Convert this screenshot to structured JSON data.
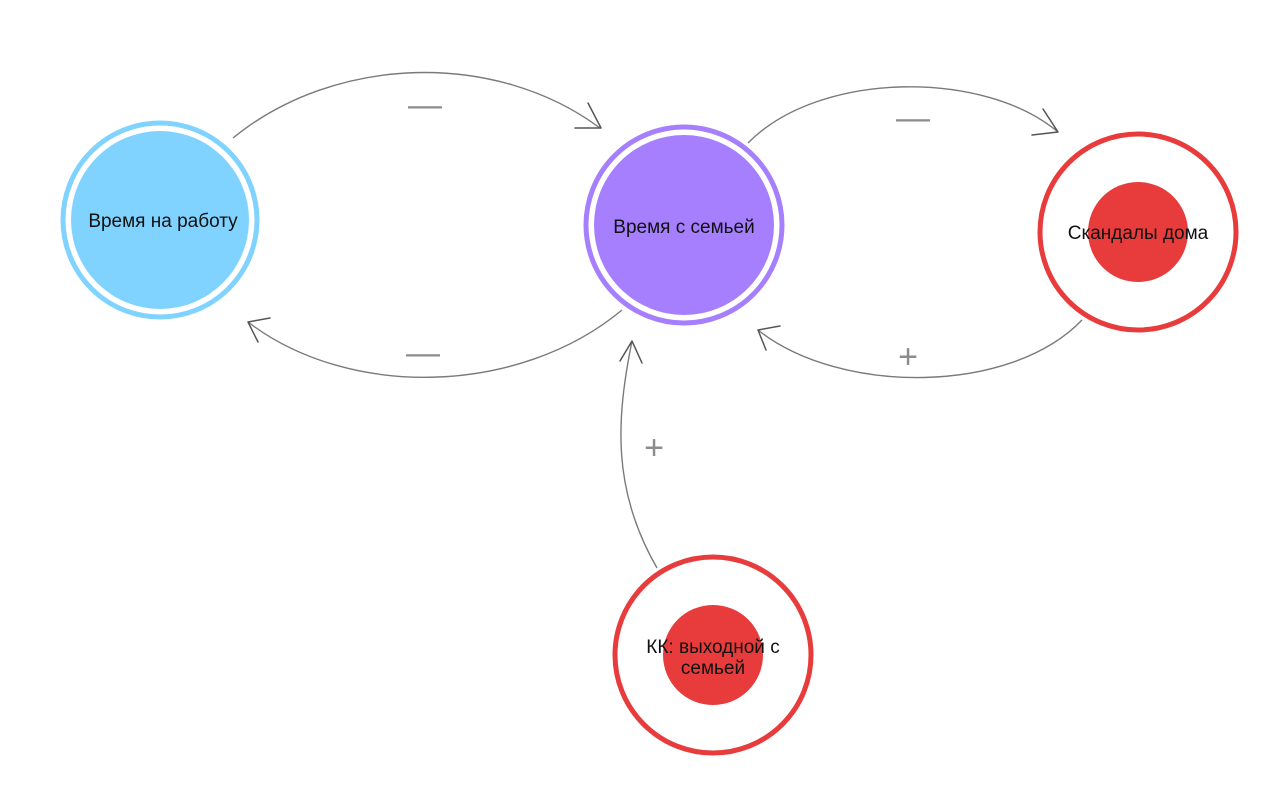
{
  "colors": {
    "work_node": "#80d3ff",
    "family_node": "#a67ffe",
    "problem_node": "#e83c3c",
    "edge": "#7a7a7a"
  },
  "nodes": [
    {
      "id": "work",
      "label_lines": [
        "Время на работу"
      ],
      "style": "filled",
      "color": "#80d3ff"
    },
    {
      "id": "family",
      "label_lines": [
        "Время с семьей"
      ],
      "style": "filled",
      "color": "#a67ffe"
    },
    {
      "id": "scandals",
      "label_lines": [
        "Скандалы дома"
      ],
      "style": "target",
      "color": "#e83c3c"
    },
    {
      "id": "weekend",
      "label_lines": [
        "КК: выходной с",
        "семьей"
      ],
      "style": "target",
      "color": "#e83c3c"
    }
  ],
  "links": [
    {
      "from": "work",
      "to": "family",
      "polarity": "—"
    },
    {
      "from": "family",
      "to": "work",
      "polarity": "—"
    },
    {
      "from": "family",
      "to": "scandals",
      "polarity": "—"
    },
    {
      "from": "scandals",
      "to": "family",
      "polarity": "+"
    },
    {
      "from": "weekend",
      "to": "family",
      "polarity": "+"
    }
  ]
}
